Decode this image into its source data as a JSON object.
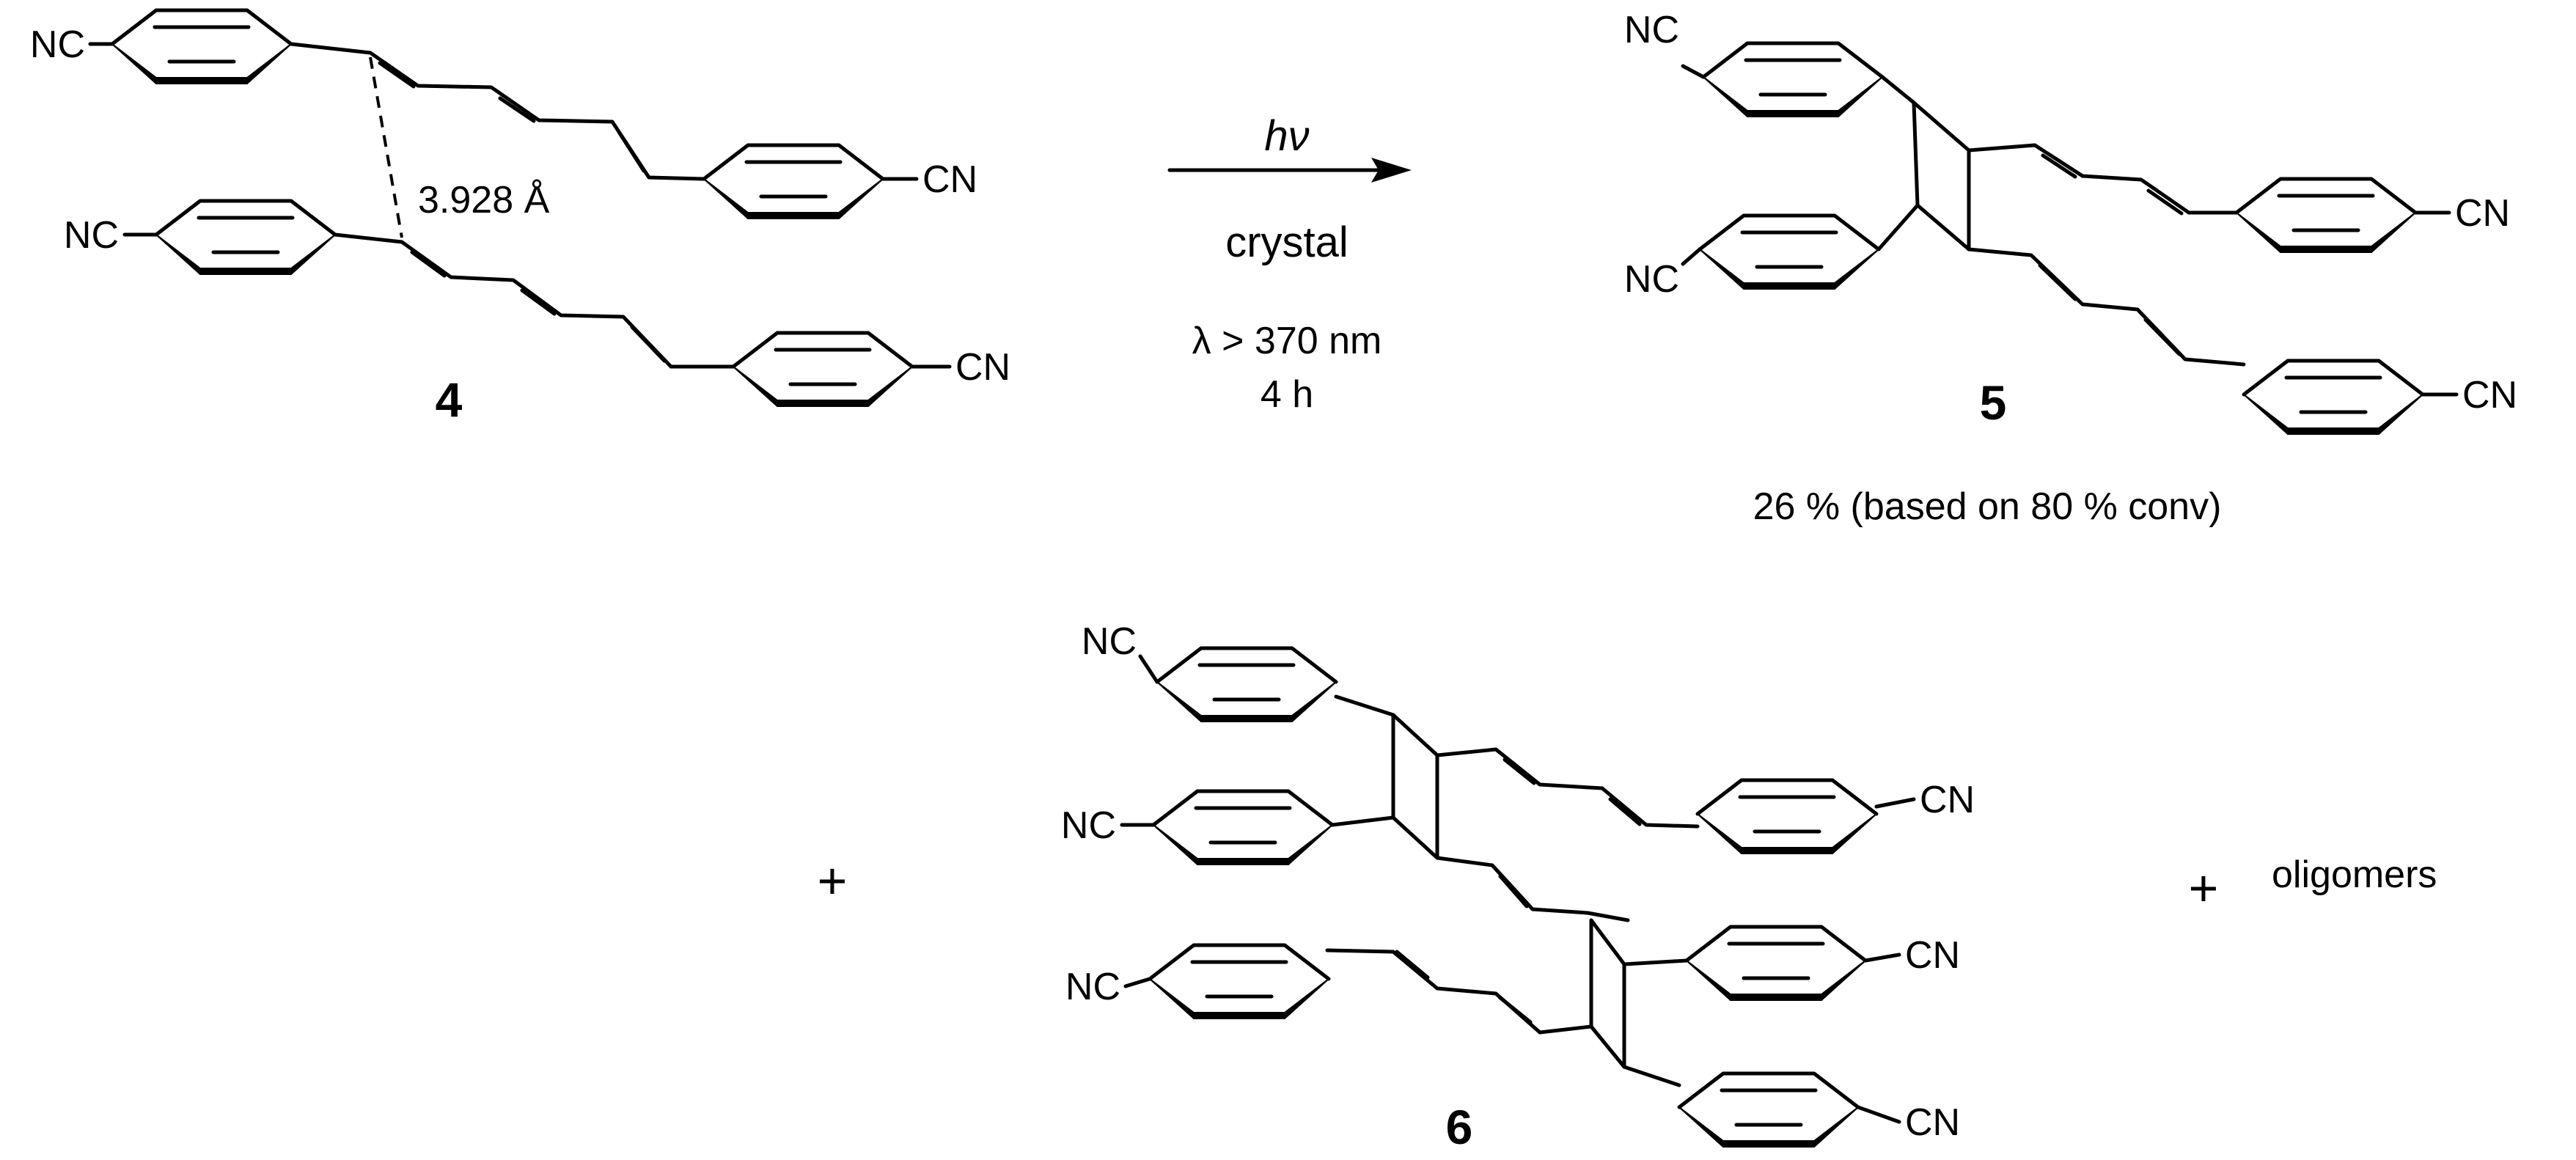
{
  "groups": {
    "nc": "NC",
    "cn": "CN"
  },
  "compounds": {
    "c4": "4",
    "c5": "5",
    "c6": "6"
  },
  "distance_label": "3.928 Å",
  "conditions": {
    "light": "hν",
    "medium": "crystal",
    "wavelength": "λ > 370 nm",
    "time": "4 h"
  },
  "yield_note": "26 % (based on 80 % conv)",
  "plus_sign": "+",
  "oligomers": "oligomers"
}
